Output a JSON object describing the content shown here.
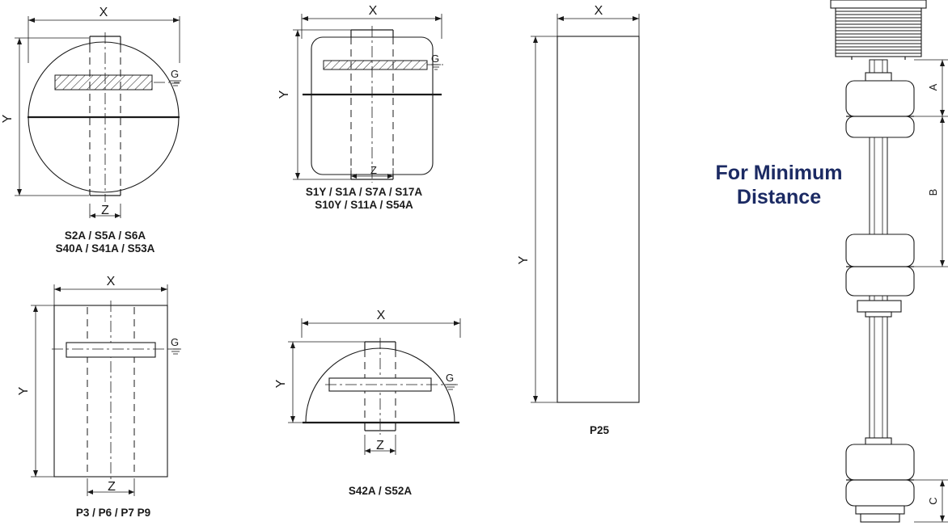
{
  "dims": {
    "x": "X",
    "y": "Y",
    "z": "Z",
    "g": "G",
    "a": "A",
    "b": "B",
    "c": "C"
  },
  "captions": {
    "round_line1": "S2A / S5A / S6A",
    "round_line2": "S40A / S41A / S53A",
    "square_line1": "S1Y / S1A / S7A / S17A",
    "square_line2": "S10Y / S11A / S54A",
    "cylinder_line1": "P3 / P6 / P7 P9",
    "half_round": "S42A / S52A",
    "tall": "P25"
  },
  "note": {
    "line1": "For Minimum",
    "line2": "Distance"
  },
  "colors": {
    "note": "#1b2a63",
    "line": "#1a1a1a"
  }
}
